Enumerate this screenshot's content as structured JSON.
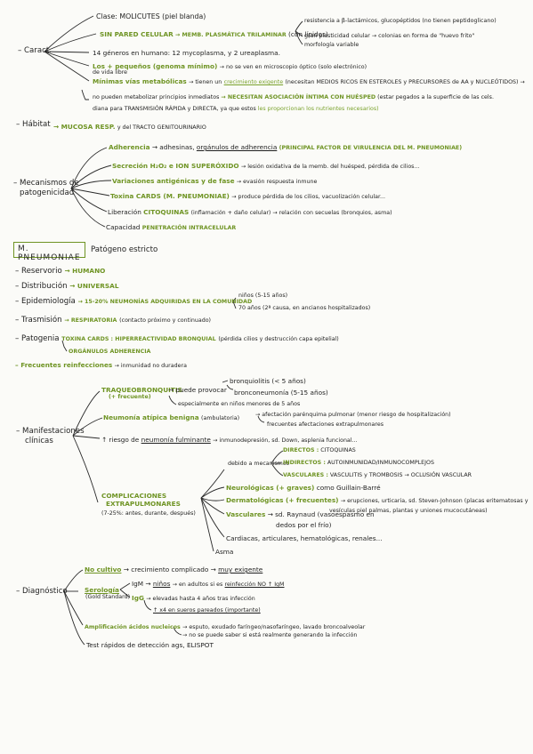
{
  "caract": {
    "heading": "– Caract.",
    "clase": "Clase: MOLICUTES (piel blanda)",
    "sin_pared_a": "SIN PARED CELULAR",
    "sin_pared_b": "→ MEMB. PLASMÁTICA TRILAMINAR",
    "sin_pared_c": "(con lípidos)",
    "resist1": "resistencia a β-lactámicos, glucopéptidos (no tienen peptidoglicano)",
    "resist2": "gran plasticidad celular → colonias en forma de \"huevo frito\"",
    "resist3": "morfología variable",
    "generos": "14 géneros en humano: 12 mycoplasma, y 2 ureaplasma.",
    "pequenos_a": "Los + pequeños (genoma mínimo)",
    "pequenos_b": "→ no se ven en microscopio óptico (solo electrónico)",
    "vida": "de vida libre",
    "minimas_a": "Mínimas vías metabólicas",
    "minimas_b": "→ tienen un",
    "minimas_c": "crecimiento exigente",
    "minimas_d": "(necesitan MEDIOS RICOS EN ESTEROLES y PRECURSORES de AA y NUCLEÓTIDOS) →",
    "nopueden_a": "no pueden metabolizar principios inmediatos",
    "nopueden_b": "→ NECESITAN ASOCIACIÓN ÍNTIMA CON HUÉSPED",
    "nopueden_c": "(estar pegados a la superficie de las cels.",
    "diana_a": "diana para TRANSMISIÓN RÁPIDA y DIRECTA, ya que estos",
    "diana_b": "les proporcionan los nutrientes necesarios)"
  },
  "habitat": {
    "heading": "– Hábitat",
    "a": "→ MUCOSA RESP.",
    "b": "y del TRACTO GENITOURINARIO"
  },
  "patog": {
    "heading1": "– Mecanismos de",
    "heading2": "patogenicidad",
    "adh_a": "Adherencia",
    "adh_b": "→ adhesinas,",
    "adh_c": "orgánulos de adherencia",
    "adh_d": "(PRINCIPAL FACTOR DE VIRULENCIA DEL M. PNEUMONIAE)",
    "sec_a": "Secreción H₂O₂ e ION SUPERÓXIDO",
    "sec_b": "→ lesión oxidativa de la memb. del huésped, pérdida de cilios...",
    "var_a": "Variaciones antigénicas y de fase",
    "var_b": "→ evasión respuesta inmune",
    "tox_a": "Toxina CARDS (M. PNEUMONIAE)",
    "tox_b": "→ produce pérdida de los cilios, vacuolización celular...",
    "lib_a": "Liberación",
    "lib_b": "CITOQUINAS",
    "lib_c": "(inflamación + daño celular) → relación con secuelas (bronquios, asma)",
    "cap_a": "Capacidad",
    "cap_b": "PENETRACIÓN INTRACELULAR"
  },
  "mpn": {
    "title": "M. PNEUMONIAE",
    "estricto": "Patógeno estricto",
    "reservorio_a": "– Reservorio",
    "reservorio_b": "→ HUMANO",
    "distrib_a": "– Distribución",
    "distrib_b": "→ UNIVERSAL",
    "epi_a": "– Epidemiología",
    "epi_b": "→ 15-20% NEUMONÍAS ADQUIRIDAS EN LA COMUNIDAD",
    "epi_c": "niños (5-15 años)",
    "epi_d": "70 años (2ª causa, en ancianos hospitalizados)",
    "trans_a": "– Trasmisión",
    "trans_b": "→ RESPIRATORIA",
    "trans_c": "(contacto próximo y continuado)",
    "pat_a": "– Patogenia",
    "pat_b": "TOXINA CARDS : HIPERREACTIVIDAD BRONQUIAL",
    "pat_c": "(pérdida cilios y destrucción capa epitelial)",
    "pat_d": "ORGÁNULOS ADHERENCIA",
    "frec_a": "– Frecuentes reinfecciones",
    "frec_b": "→ inmunidad no duradera"
  },
  "manif": {
    "heading1": "– Manifestaciones",
    "heading2": "clínicas",
    "traq_a": "TRAQUEOBRONQUITIS",
    "traq_b": "(+ frecuente)",
    "traq_c": "→ puede provocar",
    "traq_d": "bronquiolitis (< 5 años)",
    "traq_e": "bronconeumonía (5-15 años)",
    "traq_f": "especialmente en niños menores de 5 años",
    "neu_a": "Neumonía atípica benigna",
    "neu_b": "(ambulatoria)",
    "neu_c": "→ afectación parénquima pulmonar (menor riesgo de hospitalización)",
    "neu_d": "frecuentes afectaciones extrapulmonares",
    "riesgo_a": "↑ riesgo de",
    "riesgo_b": "neumonía fulminante",
    "riesgo_c": "→ inmunodepresión, sd. Down, asplenia funcional...",
    "comp_a": "COMPLICACIONES",
    "comp_b": "EXTRAPULMONARES",
    "comp_c": "(7-25%: antes, durante, después)",
    "mec": "debido a mecanismos",
    "dir_a": "DIRECTOS :",
    "dir_b": "CITOQUINAS",
    "ind_a": "INDIRECTOS :",
    "ind_b": "AUTOINMUNIDAD/INMUNOCOMPLEJOS",
    "vas_a": "VASCULARES :",
    "vas_b": "VASCULITIS y TROMBOSIS → OCLUSIÓN VASCULAR",
    "neuro_a": "Neurológicas (+ graves)",
    "neuro_b": "como Guillain-Barré",
    "derma_a": "Dermatológicas (+ frecuentes)",
    "derma_b": "→ erupciones, urticaria, sd. Steven-Johnson (placas eritematosas y",
    "derma_c": "vesículas piel palmas, plantas y uniones mucocutáneas)",
    "vasc_a": "Vasculares",
    "vasc_b": "→ sd. Raynaud (vasoespasmo en",
    "vasc_c": "dedos por el frío)",
    "card": "Cardiacas, articulares, hematológicas, renales...",
    "asma": "Asma"
  },
  "diag": {
    "heading": "– Diagnóstico",
    "cult_a": "No cultivo",
    "cult_b": "→ crecimiento complicado →",
    "cult_c": "muy exigente",
    "sero_a": "Serología",
    "sero_b": "(Gold Standard)",
    "igm_a": "IgM →",
    "igm_b": "niños",
    "igm_c": "→ en adultos si es",
    "igm_d": "reinfección NO ↑ IgM",
    "igg_a": "IgG",
    "igg_b": "→ elevadas hasta 4 años tras infección",
    "igg_c": "↑ x4 en sueros pareados (importante)",
    "amp_a": "Amplificación ácidos nucleicos",
    "amp_b": "→ esputo, exudado faríngeo/nasofaríngeo, lavado broncoalveolar",
    "amp_c": "→ no se puede saber si está realmente generando la infección",
    "test": "Test rápidos de detección ags, ELISPOT"
  }
}
